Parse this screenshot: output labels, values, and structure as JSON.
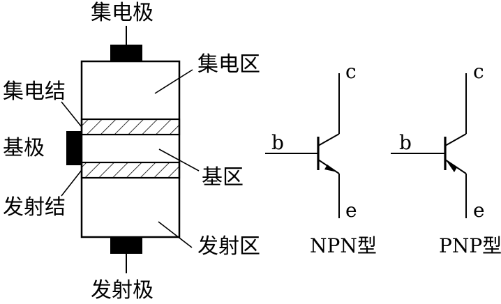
{
  "structure": {
    "collector_electrode": "集电极",
    "collector_region": "集电区",
    "collector_junction": "集电结",
    "base_electrode": "基极",
    "base_region": "基区",
    "emitter_junction": "发射结",
    "emitter_region": "发射区",
    "emitter_electrode": "发射极"
  },
  "npn_symbol": {
    "collector": "c",
    "base": "b",
    "emitter": "e",
    "type_label": "NPN型"
  },
  "pnp_symbol": {
    "collector": "c",
    "base": "b",
    "emitter": "e",
    "type_label": "PNP型"
  },
  "colors": {
    "ink": "#000000",
    "background": "#ffffff"
  }
}
